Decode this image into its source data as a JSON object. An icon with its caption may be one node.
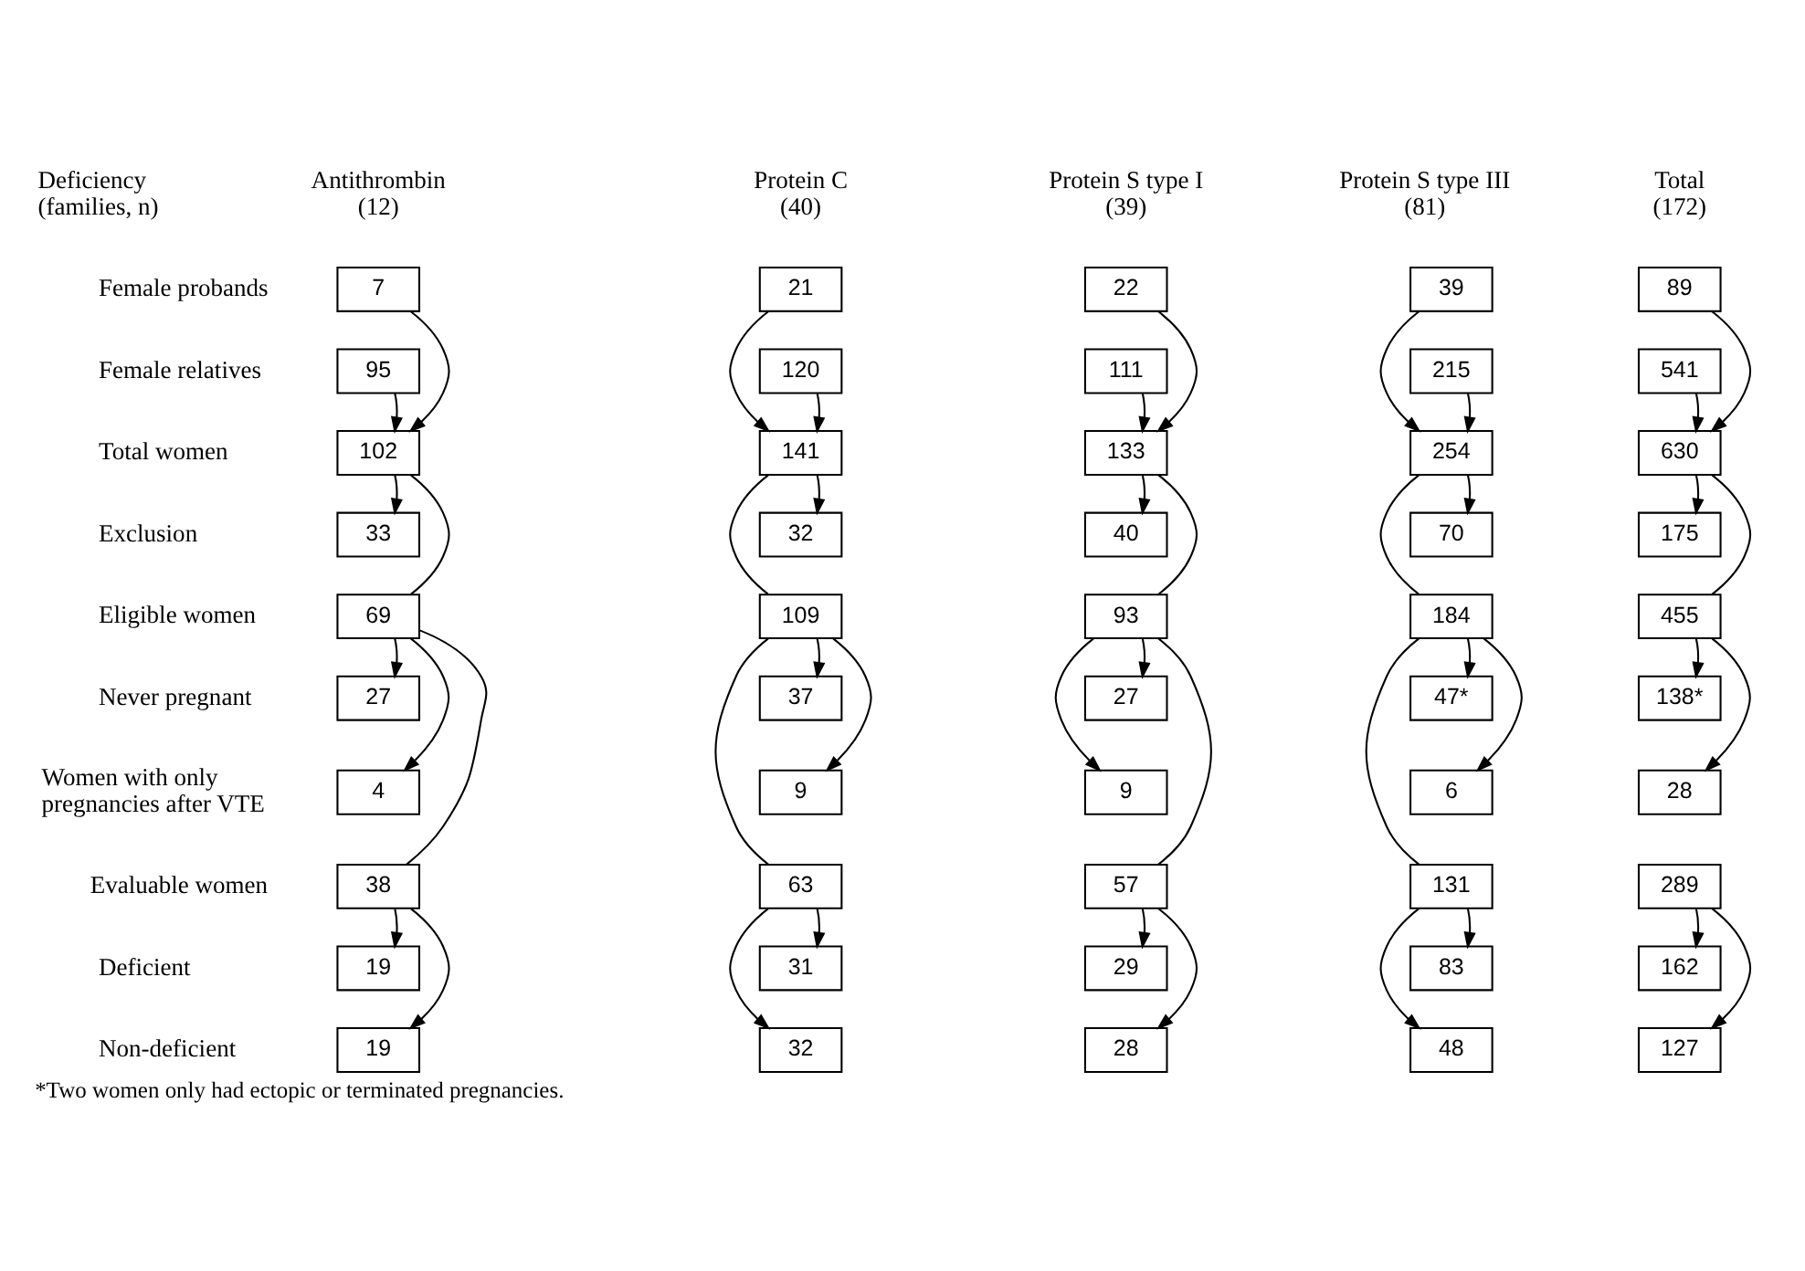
{
  "diagram": {
    "caption": "*Two women only had ectopic or terminated pregnancies.",
    "nodes": [
      {
        "text": [
          "7"
        ]
      },
      {
        "text": [
          "21"
        ]
      },
      {
        "text": [
          "22"
        ]
      },
      {
        "text": [
          "39"
        ]
      },
      {
        "text": [
          "89"
        ]
      },
      {
        "text": [
          "95"
        ]
      },
      {
        "text": [
          "120"
        ]
      },
      {
        "text": [
          "111"
        ]
      },
      {
        "text": [
          "215"
        ]
      },
      {
        "text": [
          "541"
        ]
      },
      {
        "text": [
          "102"
        ]
      },
      {
        "text": [
          "141"
        ]
      },
      {
        "text": [
          "133"
        ]
      },
      {
        "text": [
          "254"
        ]
      },
      {
        "text": [
          "630"
        ]
      },
      {
        "text": [
          "33"
        ]
      },
      {
        "text": [
          "32"
        ]
      },
      {
        "text": [
          "40"
        ]
      },
      {
        "text": [
          "70"
        ]
      },
      {
        "text": [
          "175"
        ]
      },
      {
        "text": [
          "69"
        ]
      },
      {
        "text": [
          "109"
        ]
      },
      {
        "text": [
          "93"
        ]
      },
      {
        "text": [
          "184"
        ]
      },
      {
        "text": [
          "455"
        ]
      },
      {
        "text": [
          "27"
        ]
      },
      {
        "text": [
          "37"
        ]
      },
      {
        "text": [
          "27"
        ]
      },
      {
        "text": [
          "47*"
        ]
      },
      {
        "text": [
          "138*"
        ]
      },
      {
        "text": [
          "4"
        ]
      },
      {
        "text": [
          "9"
        ]
      },
      {
        "text": [
          "9"
        ]
      },
      {
        "text": [
          "6"
        ]
      },
      {
        "text": [
          "28"
        ]
      },
      {
        "text": [
          "38"
        ]
      },
      {
        "text": [
          "63"
        ]
      },
      {
        "text": [
          "57"
        ]
      },
      {
        "text": [
          "131"
        ]
      },
      {
        "text": [
          "289"
        ]
      },
      {
        "text": [
          "19"
        ]
      },
      {
        "text": [
          "31"
        ]
      },
      {
        "text": [
          "29"
        ]
      },
      {
        "text": [
          "83"
        ]
      },
      {
        "text": [
          "162"
        ]
      },
      {
        "text": [
          "19"
        ]
      },
      {
        "text": [
          "32"
        ]
      },
      {
        "text": [
          "28"
        ]
      },
      {
        "text": [
          "48"
        ]
      },
      {
        "text": [
          "127"
        ]
      }
    ],
    "edges": [
      {
        "from": 0,
        "to": 10,
        "arrow": "to"
      },
      {
        "from": 5,
        "to": 10,
        "arrow": "to"
      },
      {
        "from": 10,
        "to": 15,
        "arrow": "to"
      },
      {
        "from": 10,
        "to": 20,
        "arrow": "none"
      },
      {
        "from": 20,
        "to": 25,
        "arrow": "to"
      },
      {
        "from": 20,
        "to": 30,
        "arrow": "to"
      },
      {
        "from": 20,
        "to": 35,
        "arrow": "none"
      },
      {
        "from": 35,
        "to": 40,
        "arrow": "to"
      },
      {
        "from": 35,
        "to": 45,
        "arrow": "to"
      },
      {
        "from": 1,
        "to": 11,
        "arrow": "to"
      },
      {
        "from": 6,
        "to": 11,
        "arrow": "to"
      },
      {
        "from": 11,
        "to": 16,
        "arrow": "to"
      },
      {
        "from": 11,
        "to": 21,
        "arrow": "none"
      },
      {
        "from": 21,
        "to": 26,
        "arrow": "to"
      },
      {
        "from": 21,
        "to": 31,
        "arrow": "to"
      },
      {
        "from": 21,
        "to": 36,
        "arrow": "none"
      },
      {
        "from": 36,
        "to": 41,
        "arrow": "to"
      },
      {
        "from": 36,
        "to": 46,
        "arrow": "to"
      },
      {
        "from": 2,
        "to": 12,
        "arrow": "to"
      },
      {
        "from": 7,
        "to": 12,
        "arrow": "to"
      },
      {
        "from": 12,
        "to": 17,
        "arrow": "to"
      },
      {
        "from": 12,
        "to": 22,
        "arrow": "none"
      },
      {
        "from": 22,
        "to": 27,
        "arrow": "to"
      },
      {
        "from": 22,
        "to": 32,
        "arrow": "to"
      },
      {
        "from": 22,
        "to": 37,
        "arrow": "none"
      },
      {
        "from": 37,
        "to": 42,
        "arrow": "to"
      },
      {
        "from": 37,
        "to": 47,
        "arrow": "to"
      },
      {
        "from": 3,
        "to": 13,
        "arrow": "to"
      },
      {
        "from": 8,
        "to": 13,
        "arrow": "to"
      },
      {
        "from": 13,
        "to": 18,
        "arrow": "to"
      },
      {
        "from": 13,
        "to": 23,
        "arrow": "none"
      },
      {
        "from": 23,
        "to": 28,
        "arrow": "to"
      },
      {
        "from": 23,
        "to": 33,
        "arrow": "to"
      },
      {
        "from": 23,
        "to": 38,
        "arrow": "none"
      },
      {
        "from": 38,
        "to": 43,
        "arrow": "to"
      },
      {
        "from": 38,
        "to": 48,
        "arrow": "to"
      },
      {
        "from": 4,
        "to": 14,
        "arrow": "to"
      },
      {
        "from": 9,
        "to": 14,
        "arrow": "to"
      },
      {
        "from": 14,
        "to": 19,
        "arrow": "to"
      },
      {
        "from": 14,
        "to": 24,
        "arrow": "none"
      },
      {
        "from": 24,
        "to": 29,
        "arrow": "to"
      },
      {
        "from": 24,
        "to": 34,
        "arrow": "to"
      },
      {
        "from": 39,
        "to": 44,
        "arrow": "to"
      },
      {
        "from": 39,
        "to": 49,
        "arrow": "to"
      }
    ],
    "labels": [
      "Deficiency (families, n)",
      "Antithrombin (12)",
      "Protein C (40)",
      "Protein S type I (39)",
      "Protein S type III (81)",
      "Total (172)",
      "Female probands",
      "Female relatives",
      "Total women",
      "Exclusion",
      "Eligible women",
      "Never pregnant",
      "Women with only pregnancies after VTE",
      "Evaluable women",
      "Deficient",
      "Non-deficient"
    ]
  }
}
